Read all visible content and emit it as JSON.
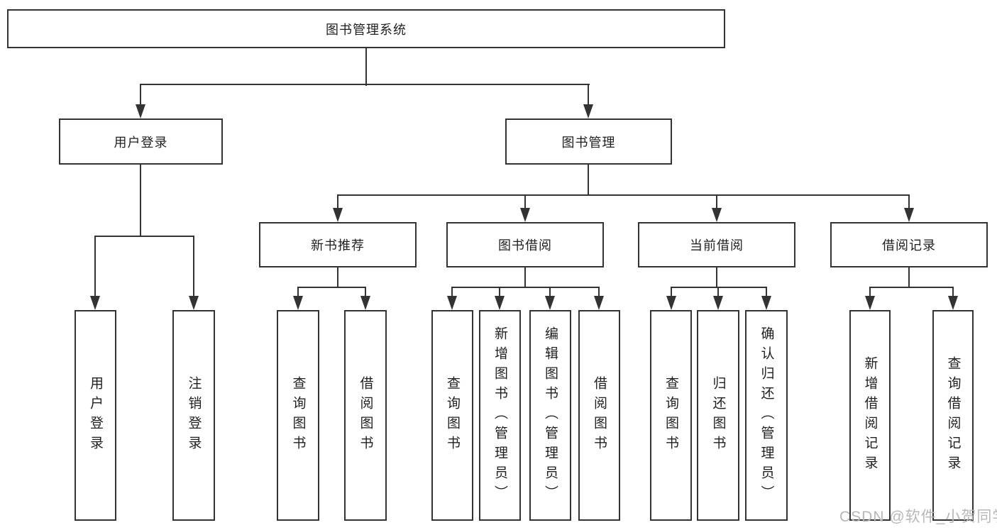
{
  "diagram": {
    "root": {
      "label": "图书管理系统"
    },
    "level2": {
      "user_login": {
        "label": "用户登录"
      },
      "book_mgmt": {
        "label": "图书管理"
      }
    },
    "level3": {
      "new_book": {
        "label": "新书推荐"
      },
      "book_borrow": {
        "label": "图书借阅"
      },
      "current_borrow": {
        "label": "当前借阅"
      },
      "borrow_record": {
        "label": "借阅记录"
      }
    },
    "leaves": {
      "user_login": [
        "用户登录",
        "注销登录"
      ],
      "new_book": [
        "查询图书",
        "借阅图书"
      ],
      "book_borrow": [
        "查询图书",
        "新增图书（管理员）",
        "编辑图书（管理员）",
        "借阅图书"
      ],
      "current_borrow": [
        "查询图书",
        "归还图书",
        "确认归还（管理员）"
      ],
      "borrow_record": [
        "新增借阅记录",
        "查询借阅记录"
      ]
    },
    "watermark": "CSDN @软件_小贺同学",
    "colors": {
      "line": "#333333",
      "text": "#1f1f1f",
      "watermark": "#b7b7b7",
      "background": "#ffffff"
    }
  }
}
